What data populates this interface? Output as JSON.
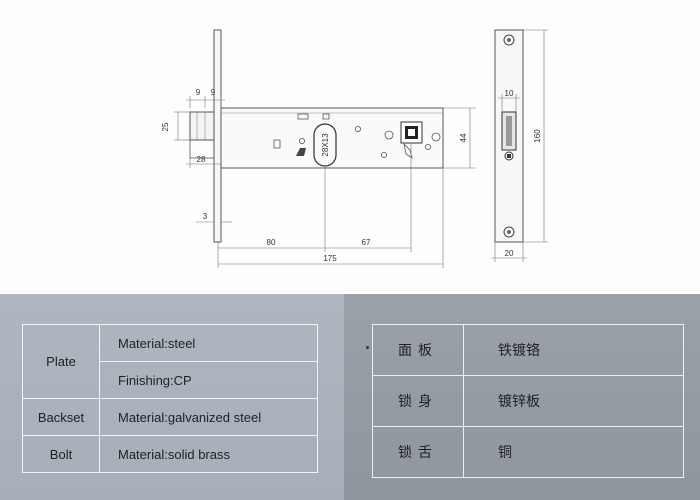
{
  "drawing": {
    "dims": {
      "d9a": "9",
      "d9b": "9",
      "d25": "25",
      "d28": "28",
      "d3": "3",
      "d80": "80",
      "d67": "67",
      "d175": "175",
      "d44": "44",
      "d10": "10",
      "d160": "160",
      "d20": "20"
    },
    "slot_label": "28X13"
  },
  "spec_en": {
    "plate_label": "Plate",
    "plate_material": "Material:steel",
    "plate_finishing": "Finishing:CP",
    "backset_label": "Backset",
    "backset_material": "Material:galvanized steel",
    "bolt_label": "Bolt",
    "bolt_material": "Material:solid brass"
  },
  "spec_zh": {
    "row1_label": "面板",
    "row1_value": "铁镀铬",
    "row2_label": "锁身",
    "row2_value": "镀锌板",
    "row3_label": "锁舌",
    "row3_value": "铜"
  }
}
